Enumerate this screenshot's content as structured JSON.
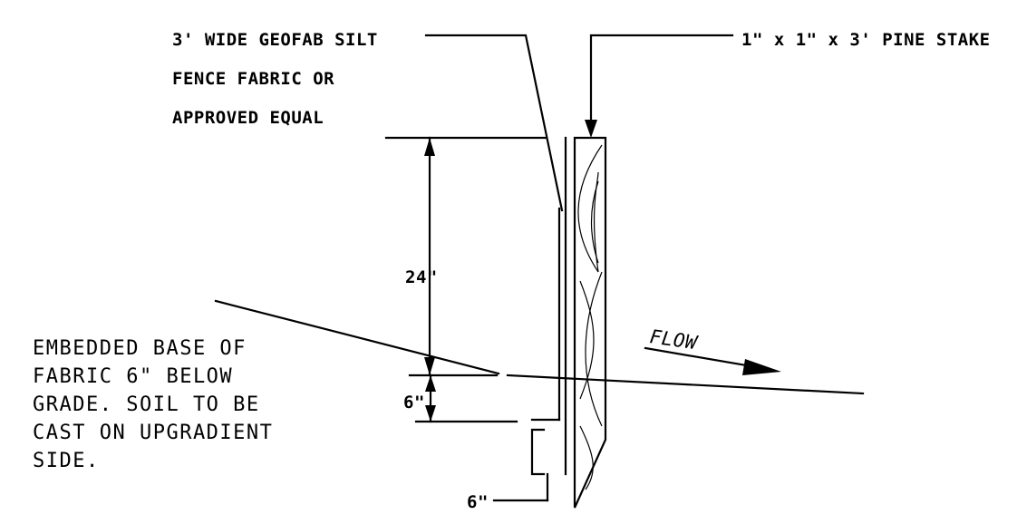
{
  "labels": {
    "fabric": [
      "3' WIDE GEOFAB SILT",
      "FENCE FABRIC OR",
      "APPROVED EQUAL"
    ],
    "stake": "1\" x 1\" x 3' PINE STAKE",
    "embed": [
      "EMBEDDED BASE OF",
      "FABRIC 6\" BELOW",
      "GRADE. SOIL TO BE",
      "CAST ON UPGRADIENT",
      "SIDE."
    ],
    "flow": "FLOW",
    "dim_height": "24\"",
    "dim_depth": "6\"",
    "dim_toe": "6\""
  }
}
